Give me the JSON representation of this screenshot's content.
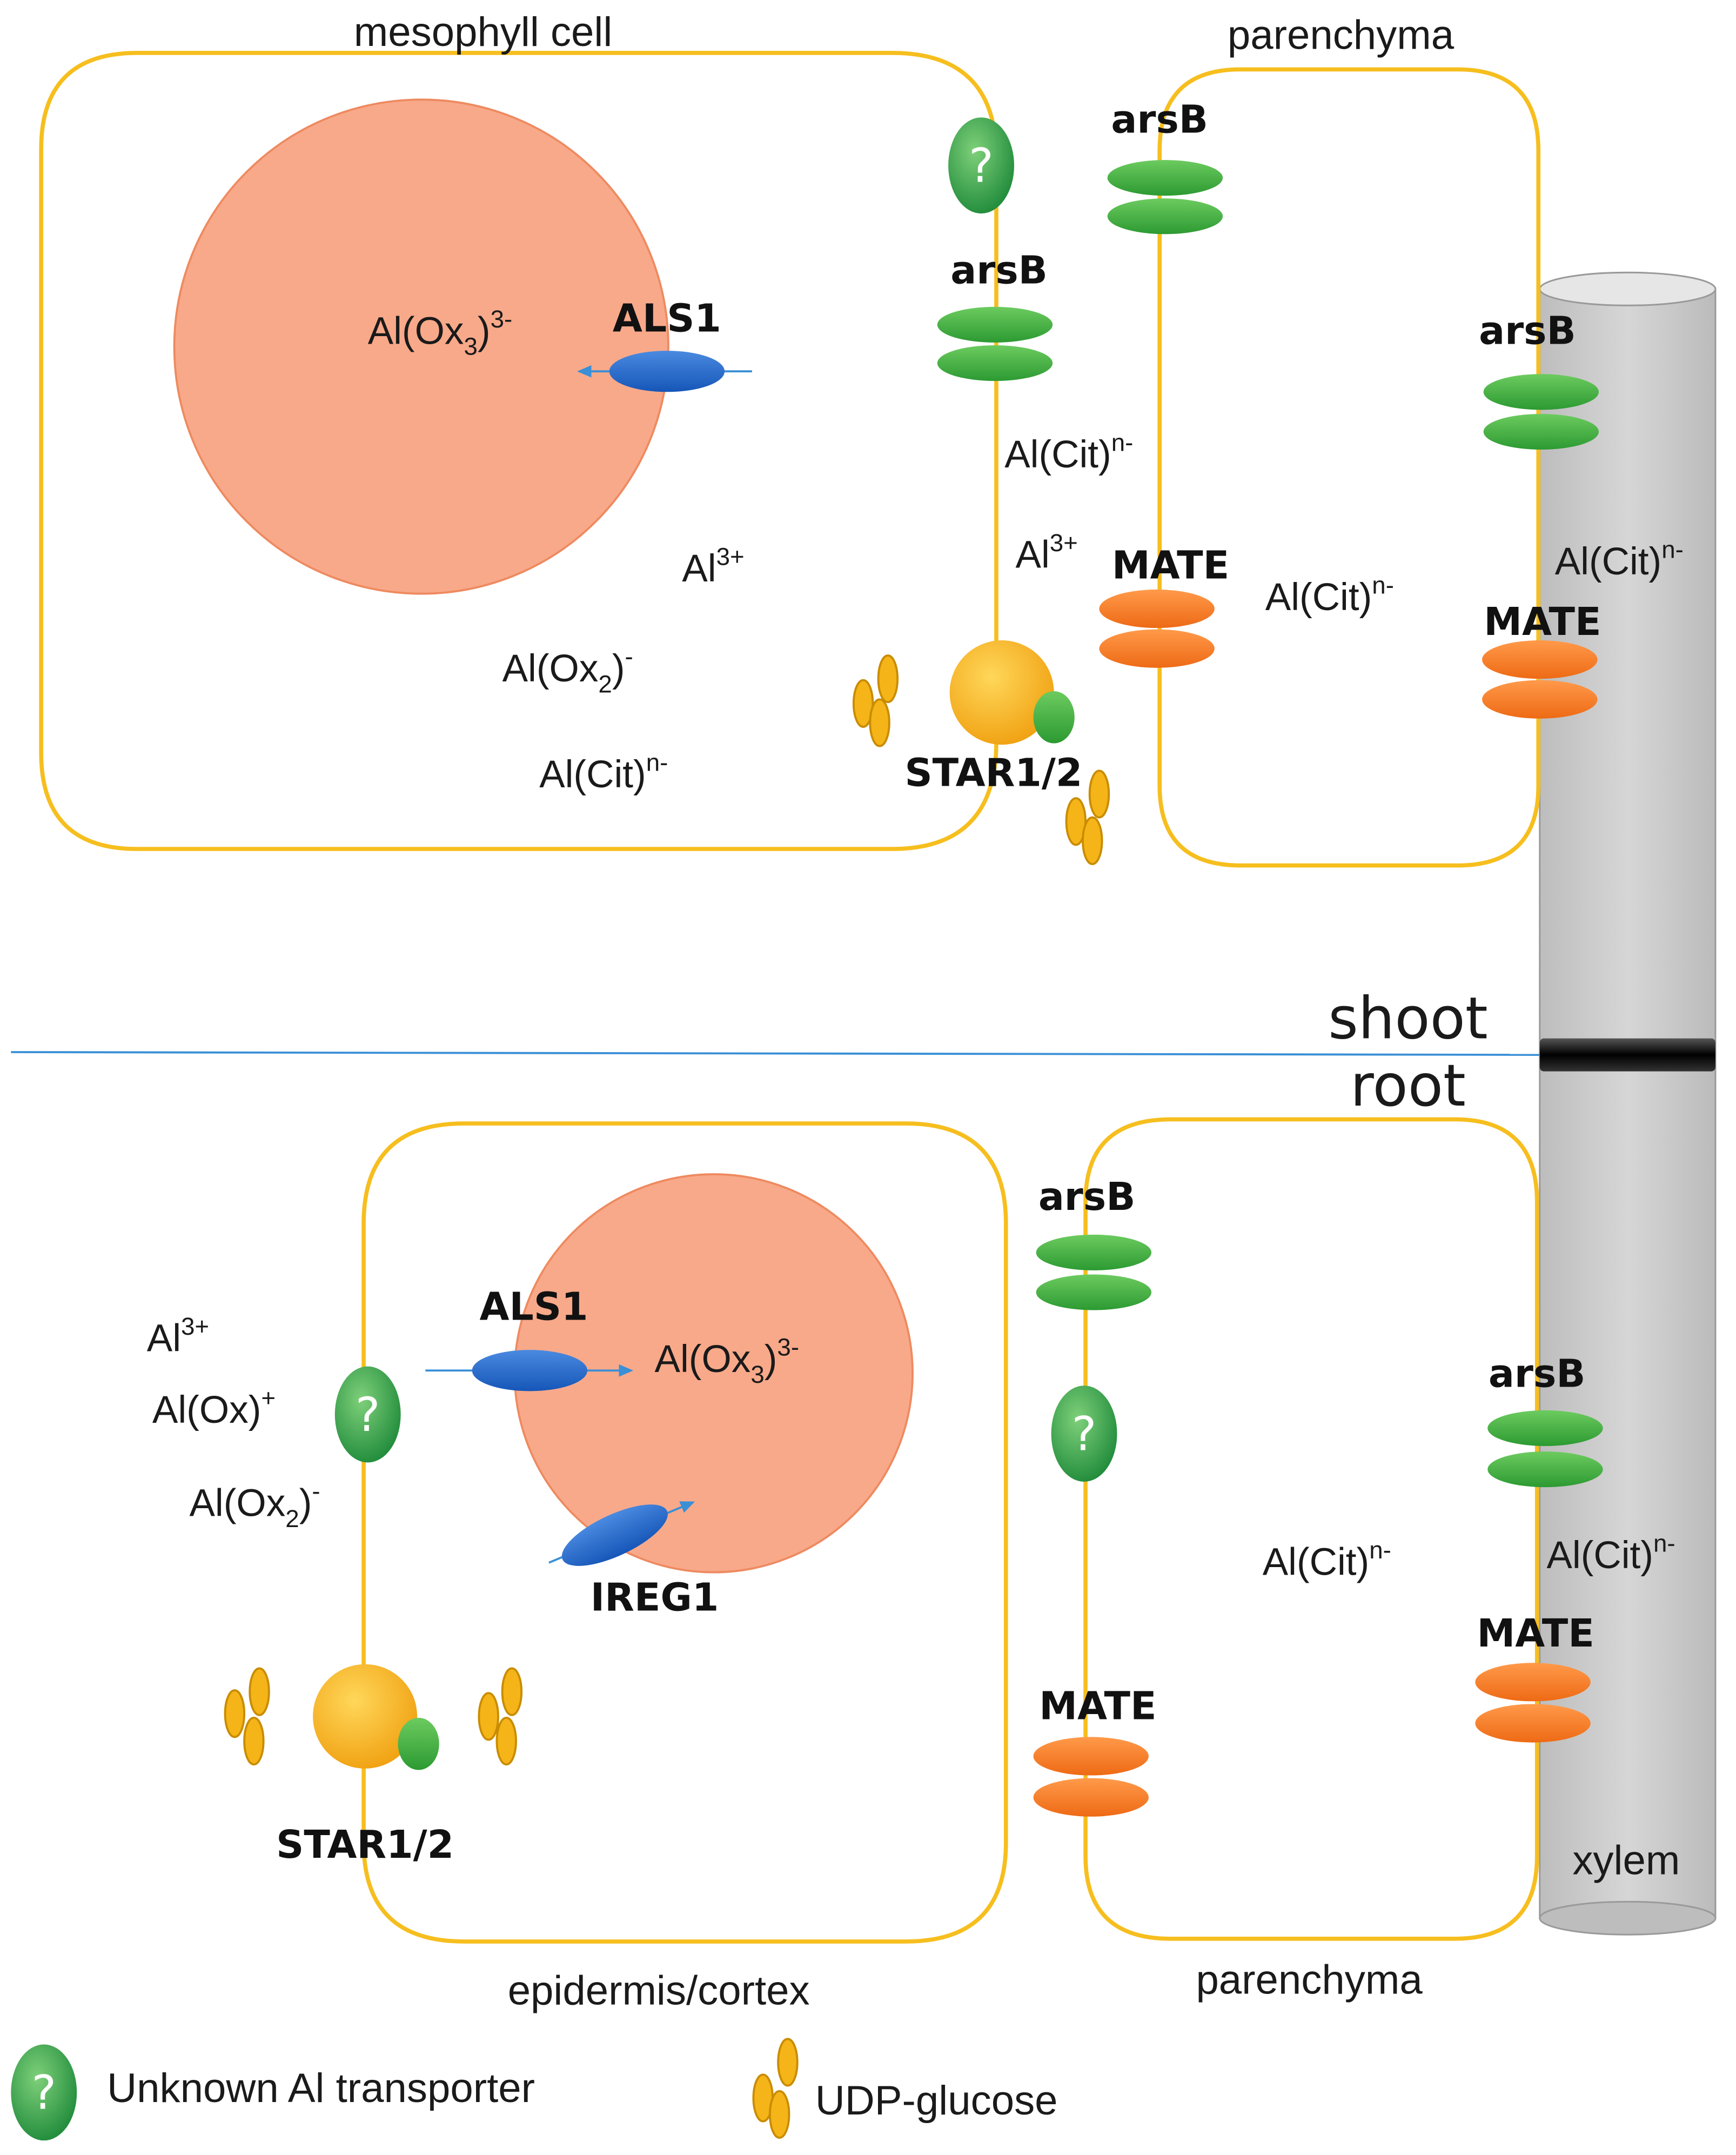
{
  "colors": {
    "membrane": "#F6BE1E",
    "vacuole": "#F8A98A",
    "vacuole_edge": "#EE8A60",
    "arsb": "#3AB03E",
    "mate": "#F57A26",
    "als1": "#1E64C8",
    "star": "#F5B417",
    "unknown": "#2E9E44",
    "udp_glucose": "#F5B417",
    "xylem": "#CFCFCF",
    "divider": "#3A8FD6"
  },
  "icons": {
    "unknown_transporter": "question-oval-icon",
    "udp_glucose": "triple-oval-icon"
  },
  "shoot": {
    "mesophyll_title": "mesophyll cell",
    "parenchyma_title": "parenchyma",
    "vacuole_label": {
      "base": "Al(Ox",
      "sub": "3",
      "tail": ")",
      "sup": "3-"
    },
    "als1": "ALS1",
    "al3": {
      "base": "Al",
      "sup": "3+"
    },
    "alox2": {
      "base": "Al(Ox",
      "sub": "2",
      "tail": ")",
      "sup": "-"
    },
    "alcit": {
      "base": "Al(Cit)",
      "sup": "n-"
    },
    "arsb": "arsB",
    "mate": "MATE",
    "star": "STAR1/2",
    "unknown": "?"
  },
  "divider": {
    "shoot": "shoot",
    "root": "root"
  },
  "root": {
    "epidermis_title": "epidermis/cortex",
    "parenchyma_title": "parenchyma",
    "al3": {
      "base": "Al",
      "sup": "3+"
    },
    "alox": {
      "base": "Al(Ox)",
      "sup": "+"
    },
    "alox2": {
      "base": "Al(Ox",
      "sub": "2",
      "tail": ")",
      "sup": "-"
    },
    "vacuole_label": {
      "base": "Al(Ox",
      "sub": "3",
      "tail": ")",
      "sup": "3-"
    },
    "als1": "ALS1",
    "ireg1": "IREG1",
    "star": "STAR1/2",
    "arsb": "arsB",
    "mate": "MATE",
    "alcit": {
      "base": "Al(Cit)",
      "sup": "n-"
    },
    "unknown": "?"
  },
  "xylem_label": "xylem",
  "legend": {
    "unknown_label": "Unknown Al transporter",
    "unknown_icon": "?",
    "udp_label": "UDP-glucose"
  }
}
